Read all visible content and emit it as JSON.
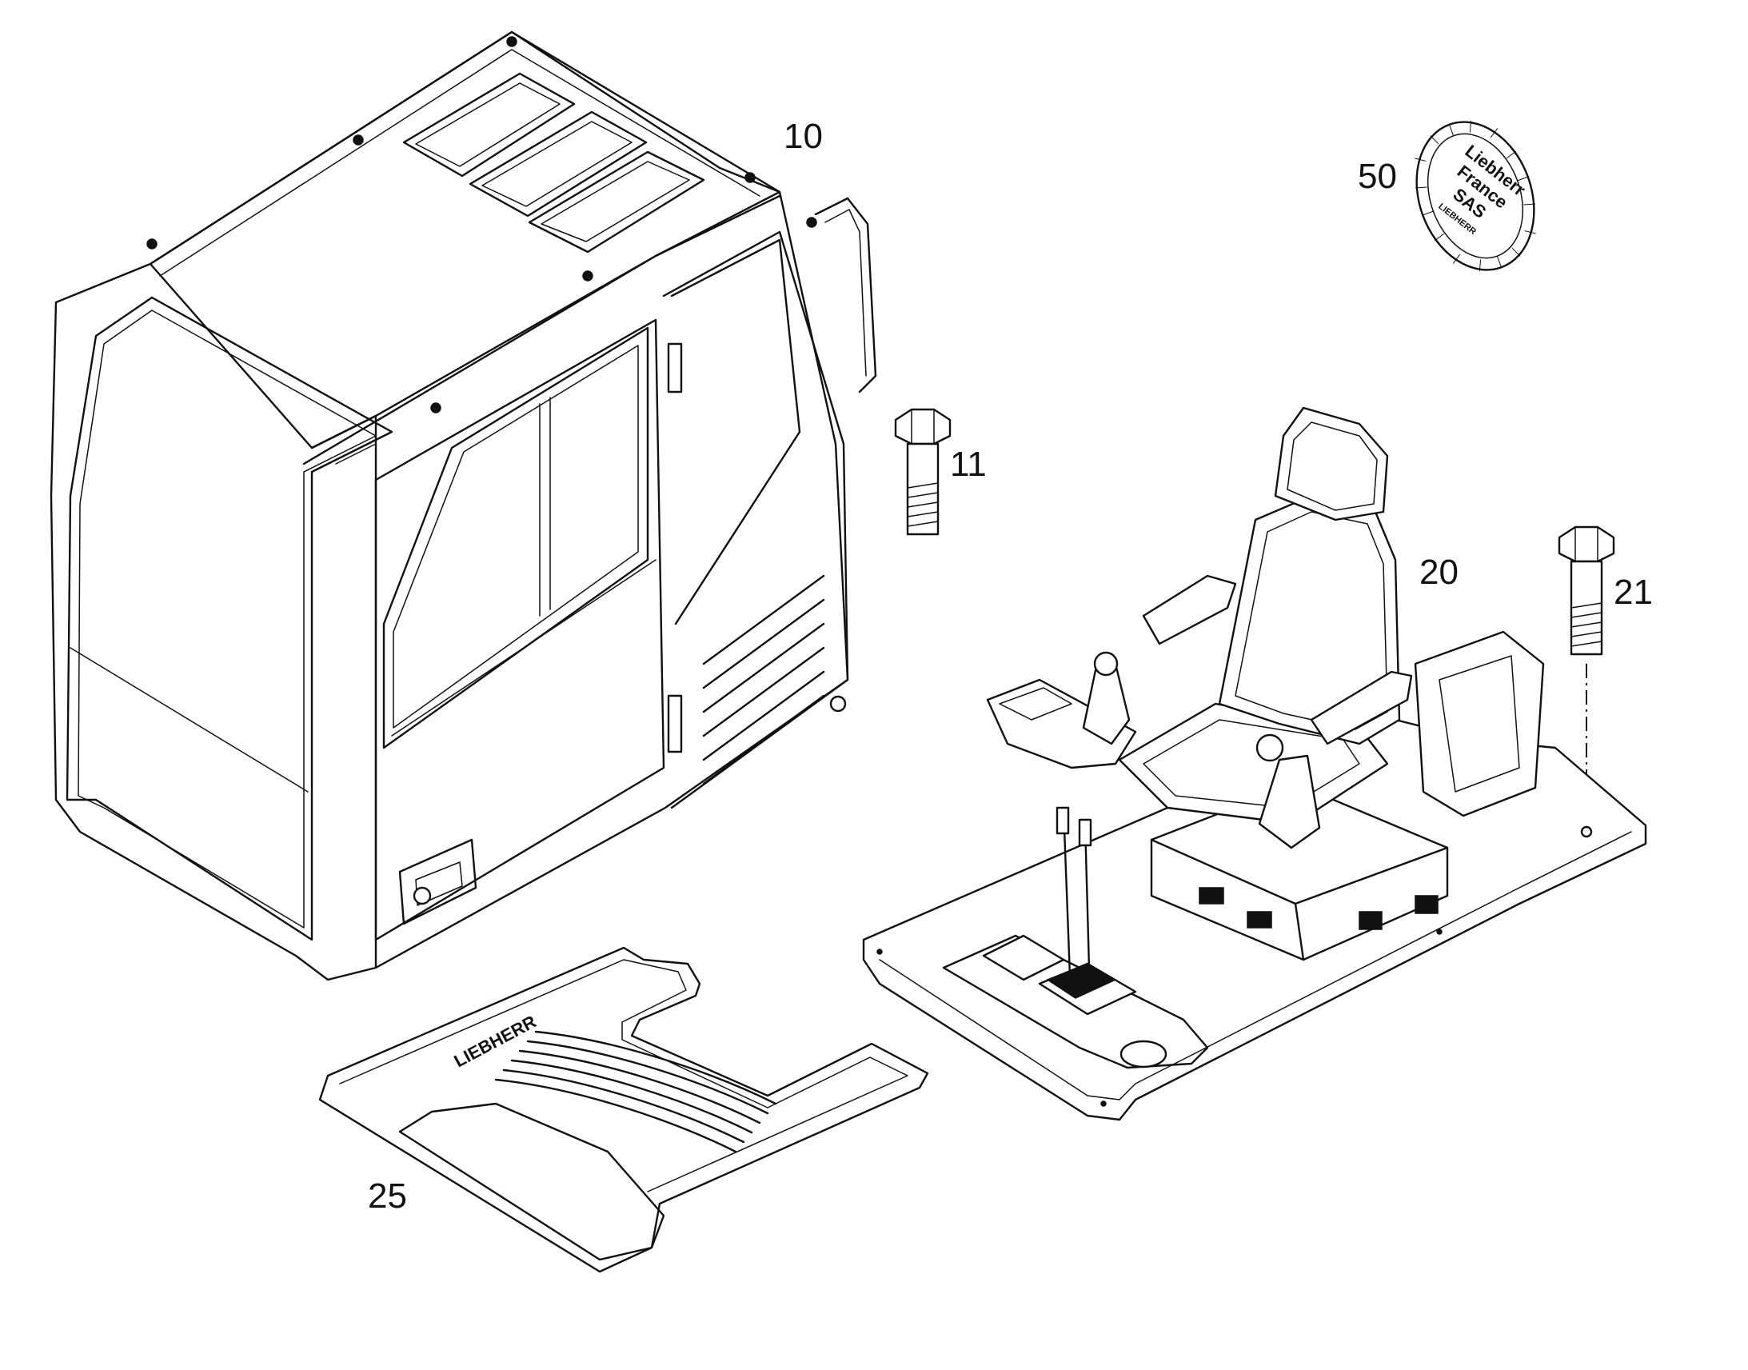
{
  "diagram": {
    "callouts": {
      "cab": "10",
      "bolt_small": "11",
      "seat_assembly": "20",
      "bolt_large": "21",
      "floor_mat": "25",
      "label_disc": "50"
    },
    "disc_text": {
      "line1": "Liebherr",
      "line2": "France",
      "line3": "SAS",
      "line4": "LIEBHERR"
    },
    "mat_logo": "LIEBHERR"
  }
}
